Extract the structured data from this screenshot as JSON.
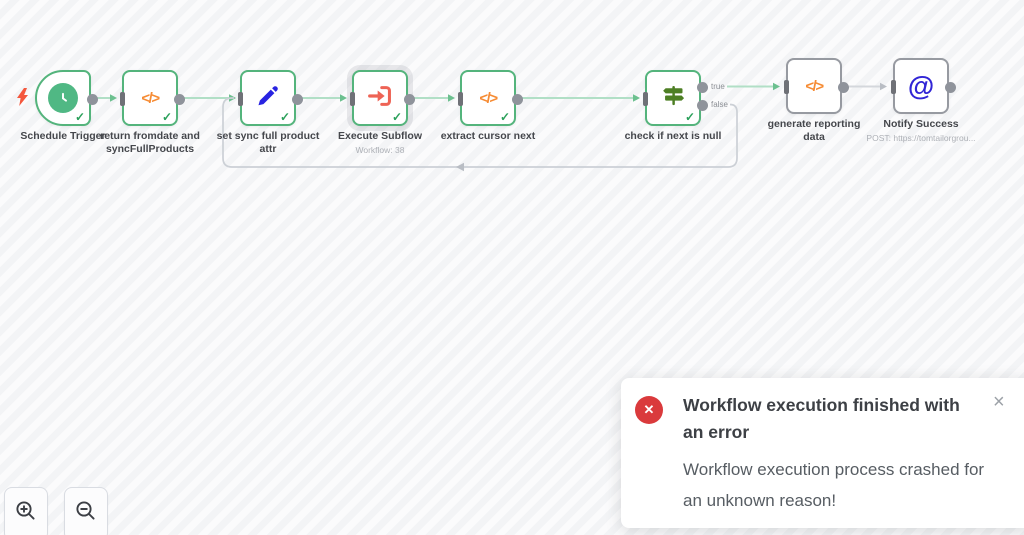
{
  "canvas": {
    "nodes": [
      {
        "id": "schedule-trigger",
        "label": "Schedule Trigger",
        "icon": "clock-icon",
        "status": "success"
      },
      {
        "id": "return-fromdate",
        "label": "return fromdate and syncFullProducts",
        "icon": "code-icon",
        "status": "success"
      },
      {
        "id": "set-sync-attr",
        "label": "set sync full product attr",
        "icon": "pencil-icon",
        "status": "success"
      },
      {
        "id": "execute-subflow",
        "label": "Execute Subflow",
        "subtitle": "Workflow: 38",
        "icon": "subflow-icon",
        "status": "success"
      },
      {
        "id": "extract-cursor-next",
        "label": "extract cursor next",
        "icon": "code-icon",
        "status": "success"
      },
      {
        "id": "check-if-next-null",
        "label": "check if next is null",
        "icon": "signpost-icon",
        "status": "success",
        "outputs": [
          "true",
          "false"
        ]
      },
      {
        "id": "generate-reporting",
        "label": "generate reporting data",
        "icon": "code-icon",
        "status": "idle"
      },
      {
        "id": "notify-success",
        "label": "Notify Success",
        "subtitle": "POST: https://tomtailorgrou...",
        "icon": "at-icon",
        "status": "idle"
      }
    ],
    "branch_true": "true",
    "branch_false": "false"
  },
  "glyphs": {
    "code": "</>",
    "at": "@",
    "check": "✓",
    "toast_error": "✕",
    "close": "×"
  },
  "toast": {
    "title": "Workflow execution finished with an error",
    "message": "Workflow execution process crashed for an unknown reason!"
  },
  "colors": {
    "success_green": "#54b47c",
    "wire_green": "#b1dfc6",
    "wire_gray": "#ccd0d6",
    "error_red": "#da3a3c",
    "code_orange": "#f68b33",
    "pencil_blue": "#2823e1",
    "subflow_coral": "#ee6355",
    "if_green": "#4d7f24",
    "at_blue": "#3125d6"
  }
}
